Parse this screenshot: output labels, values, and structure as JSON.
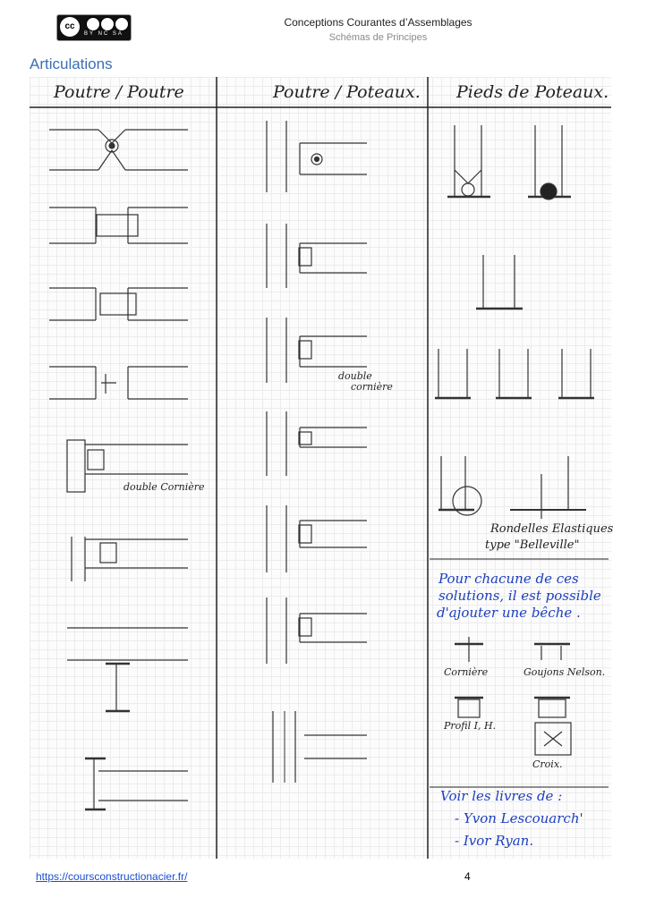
{
  "header": {
    "logo_text": "cc",
    "license": "BY NC SA",
    "title": "Conceptions Courantes d’Assemblages",
    "subtitle": "Schémas de Principes"
  },
  "section_title": "Articulations",
  "columns": [
    "Poutre / Poutre",
    "Poutre / Poteaux.",
    "Pieds de Poteaux."
  ],
  "annotations": {
    "beam_double_angle": "double Cornière",
    "column_double_angle_1": "double",
    "column_double_angle_2": "cornière",
    "belleville_1": "Rondelles Elastiques",
    "belleville_2": "type \"Belleville\""
  },
  "note": {
    "line1": "Pour chacune de ces",
    "line2": "solutions, il est possible",
    "line3": "d'ajouter une bêche ."
  },
  "shear_keys": [
    "Cornière",
    "Goujons Nelson.",
    "Profil I, H.",
    "Croix."
  ],
  "references": {
    "line1": "Voir les livres de :",
    "line2": "- Yvon Lescouarch'",
    "line3": "- Ivor Ryan."
  },
  "footer": {
    "link": "https://coursconstructionacier.fr/",
    "page": "4"
  },
  "colors": {
    "section": "#3a6fb5",
    "ink_blue": "#1d3fbf",
    "link": "#1a4fd0"
  }
}
